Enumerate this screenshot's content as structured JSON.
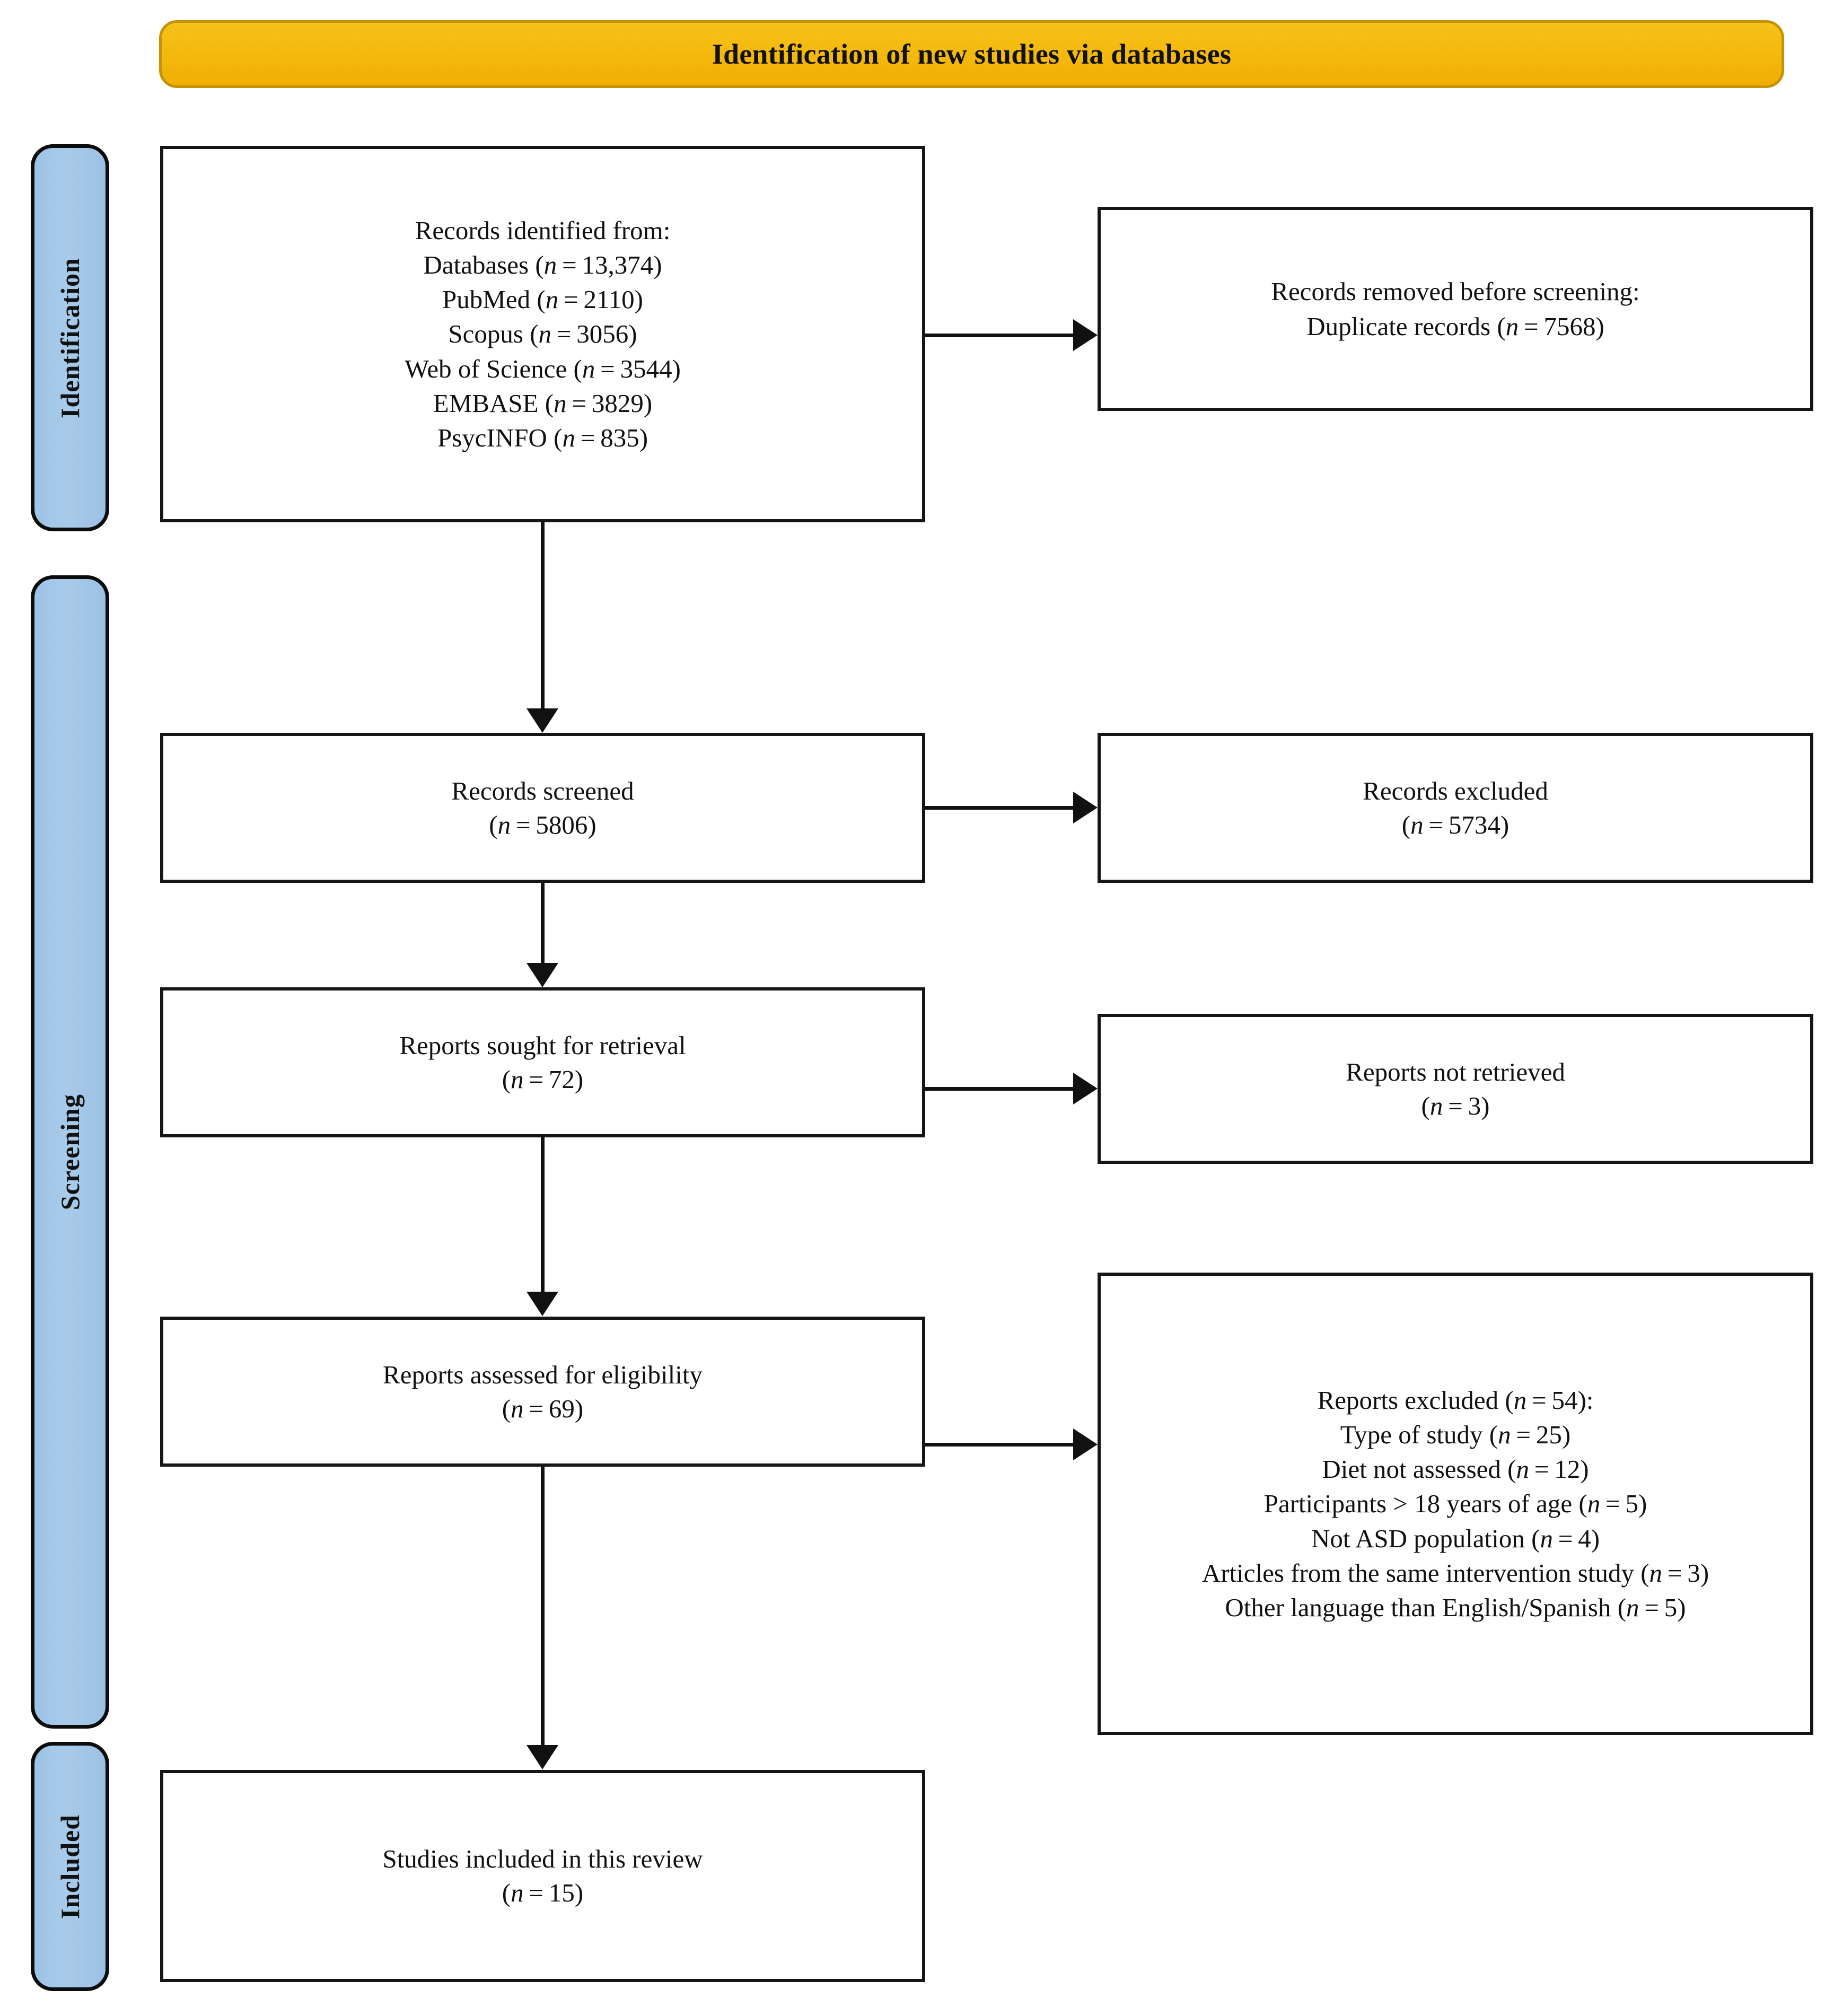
{
  "banner": {
    "title": "Identification of new studies via databases"
  },
  "stages": [
    {
      "label": "Identification"
    },
    {
      "label": "Screening"
    },
    {
      "label": "Included"
    }
  ],
  "colors": {
    "banner_fill": "#F4B80B",
    "banner_border": "#C79200",
    "stage_fill": "#A9CBEA",
    "stage_border": "#0C0C0C",
    "box_border": "#151515",
    "connector": "#111111"
  },
  "boxes": {
    "identified": {
      "heading": "Records identified from:",
      "lines": [
        {
          "label": "Databases",
          "n": "13,374"
        },
        {
          "label": "PubMed",
          "n": "2110"
        },
        {
          "label": "Scopus",
          "n": "3056"
        },
        {
          "label": "Web of Science",
          "n": "3544"
        },
        {
          "label": "EMBASE",
          "n": "3829"
        },
        {
          "label": "PsycINFO",
          "n": "835"
        }
      ]
    },
    "removed": {
      "heading": "Records removed before screening:",
      "line": {
        "label": "Duplicate records",
        "n": "7568"
      }
    },
    "screened": {
      "label": "Records screened",
      "n": "5806"
    },
    "records_excluded": {
      "label": "Records excluded",
      "n": "5734"
    },
    "sought": {
      "label": "Reports sought for retrieval",
      "n": "72"
    },
    "not_retrieved": {
      "label": "Reports not retrieved",
      "n": "3"
    },
    "eligibility": {
      "label": "Reports assessed for eligibility",
      "n": "69"
    },
    "reports_excluded": {
      "heading": "Reports excluded",
      "heading_n": "54",
      "reasons": [
        {
          "label": "Type of study",
          "n": "25"
        },
        {
          "label": "Diet not assessed",
          "n": "12"
        },
        {
          "label": "Participants > 18 years of age",
          "n": "5"
        },
        {
          "label": "Not ASD population",
          "n": "4"
        },
        {
          "label": "Articles from the same intervention study",
          "n": "3"
        },
        {
          "label": "Other language than English/Spanish",
          "n": "5"
        }
      ]
    },
    "included": {
      "label": "Studies included in this review",
      "n": "15"
    }
  }
}
